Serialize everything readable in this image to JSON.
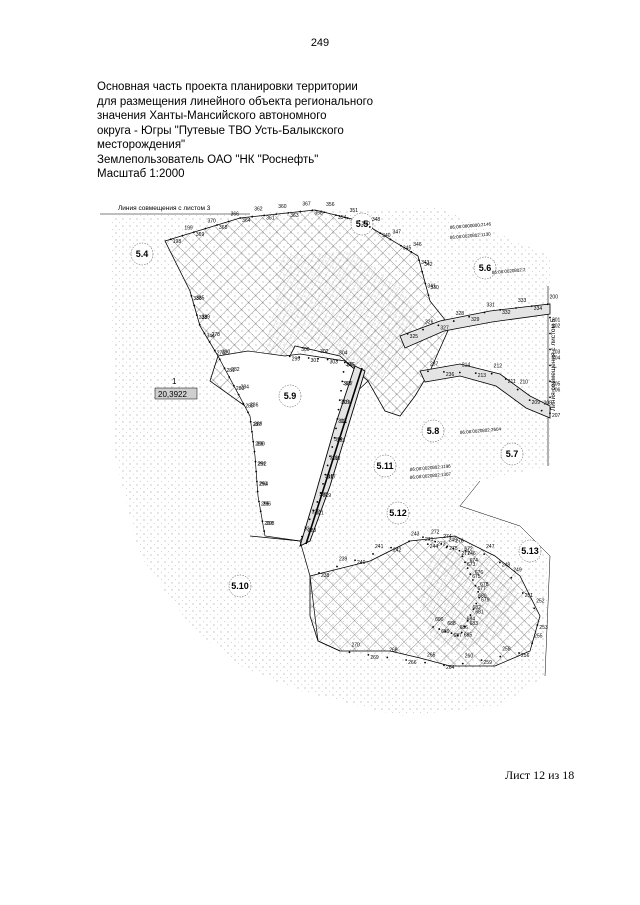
{
  "page_number": "249",
  "title_lines": [
    "Основная часть проекта планировки территории",
    "для размещения линейного объекта регионального",
    "значения Ханты-Мансийского автономного",
    "округа - Югры \"Путевые ТВО Усть-Балыкского",
    "месторождения\"",
    "Землепользователь ОАО \"НК \"Роснефть\"",
    "Масштаб 1:2000"
  ],
  "map": {
    "match_line_top": "Линия совмещения с листом 3",
    "match_line_right": "Линия совмещения с листом 5",
    "parcel_label": "1",
    "parcel_area": "20,3922",
    "zones": [
      "5.4",
      "5.5",
      "5.6",
      "5.7",
      "5.8",
      "5.9",
      "5.10",
      "5.11",
      "5.12",
      "5.13"
    ],
    "cadastral_labels": [
      "86:08:0000000:2146",
      "86:08:0020802:1130",
      "86:08:0020802:2",
      "86:08:0020802:2604",
      "86:08:0020802:1196",
      "86:08:0020802:1307"
    ],
    "point_labels": [
      "198",
      "199",
      "369",
      "370",
      "368",
      "366",
      "364",
      "362",
      "361",
      "360",
      "363",
      "367",
      "358",
      "356",
      "354",
      "351",
      "350",
      "348",
      "340",
      "347",
      "345",
      "346",
      "343",
      "342",
      "341",
      "330",
      "336",
      "335",
      "338",
      "339",
      "344",
      "278",
      "279",
      "280",
      "281",
      "282",
      "283",
      "284",
      "285",
      "286",
      "287",
      "288",
      "289",
      "290",
      "291",
      "292",
      "293",
      "294",
      "295",
      "296",
      "297",
      "298",
      "299",
      "300",
      "301",
      "302",
      "303",
      "304",
      "305",
      "306",
      "307",
      "308",
      "309",
      "310",
      "311",
      "312",
      "313",
      "314",
      "315",
      "316",
      "317",
      "318",
      "319",
      "320",
      "321",
      "322",
      "323",
      "324",
      "325",
      "326",
      "327",
      "328",
      "329",
      "331",
      "332",
      "333",
      "334",
      "200",
      "201",
      "202",
      "203",
      "204",
      "205",
      "206",
      "207",
      "208",
      "209",
      "210",
      "211",
      "212",
      "213",
      "214",
      "236",
      "237",
      "238",
      "239",
      "240",
      "241",
      "242",
      "243",
      "244",
      "245",
      "246",
      "247",
      "248",
      "249",
      "251",
      "252",
      "253",
      "255",
      "256",
      "258",
      "259",
      "260",
      "264",
      "265",
      "266",
      "268",
      "269",
      "270",
      "271",
      "272",
      "273",
      "274",
      "275",
      "276",
      "277",
      "672",
      "673",
      "674",
      "675",
      "676",
      "677",
      "678",
      "679",
      "680",
      "681",
      "682",
      "683",
      "684",
      "685",
      "686",
      "687",
      "688",
      "689",
      "690"
    ]
  },
  "footer": "Лист 12 из 18",
  "colors": {
    "line": "#000000",
    "hatch": "#555555",
    "road_fill": "#e4e4e4"
  }
}
